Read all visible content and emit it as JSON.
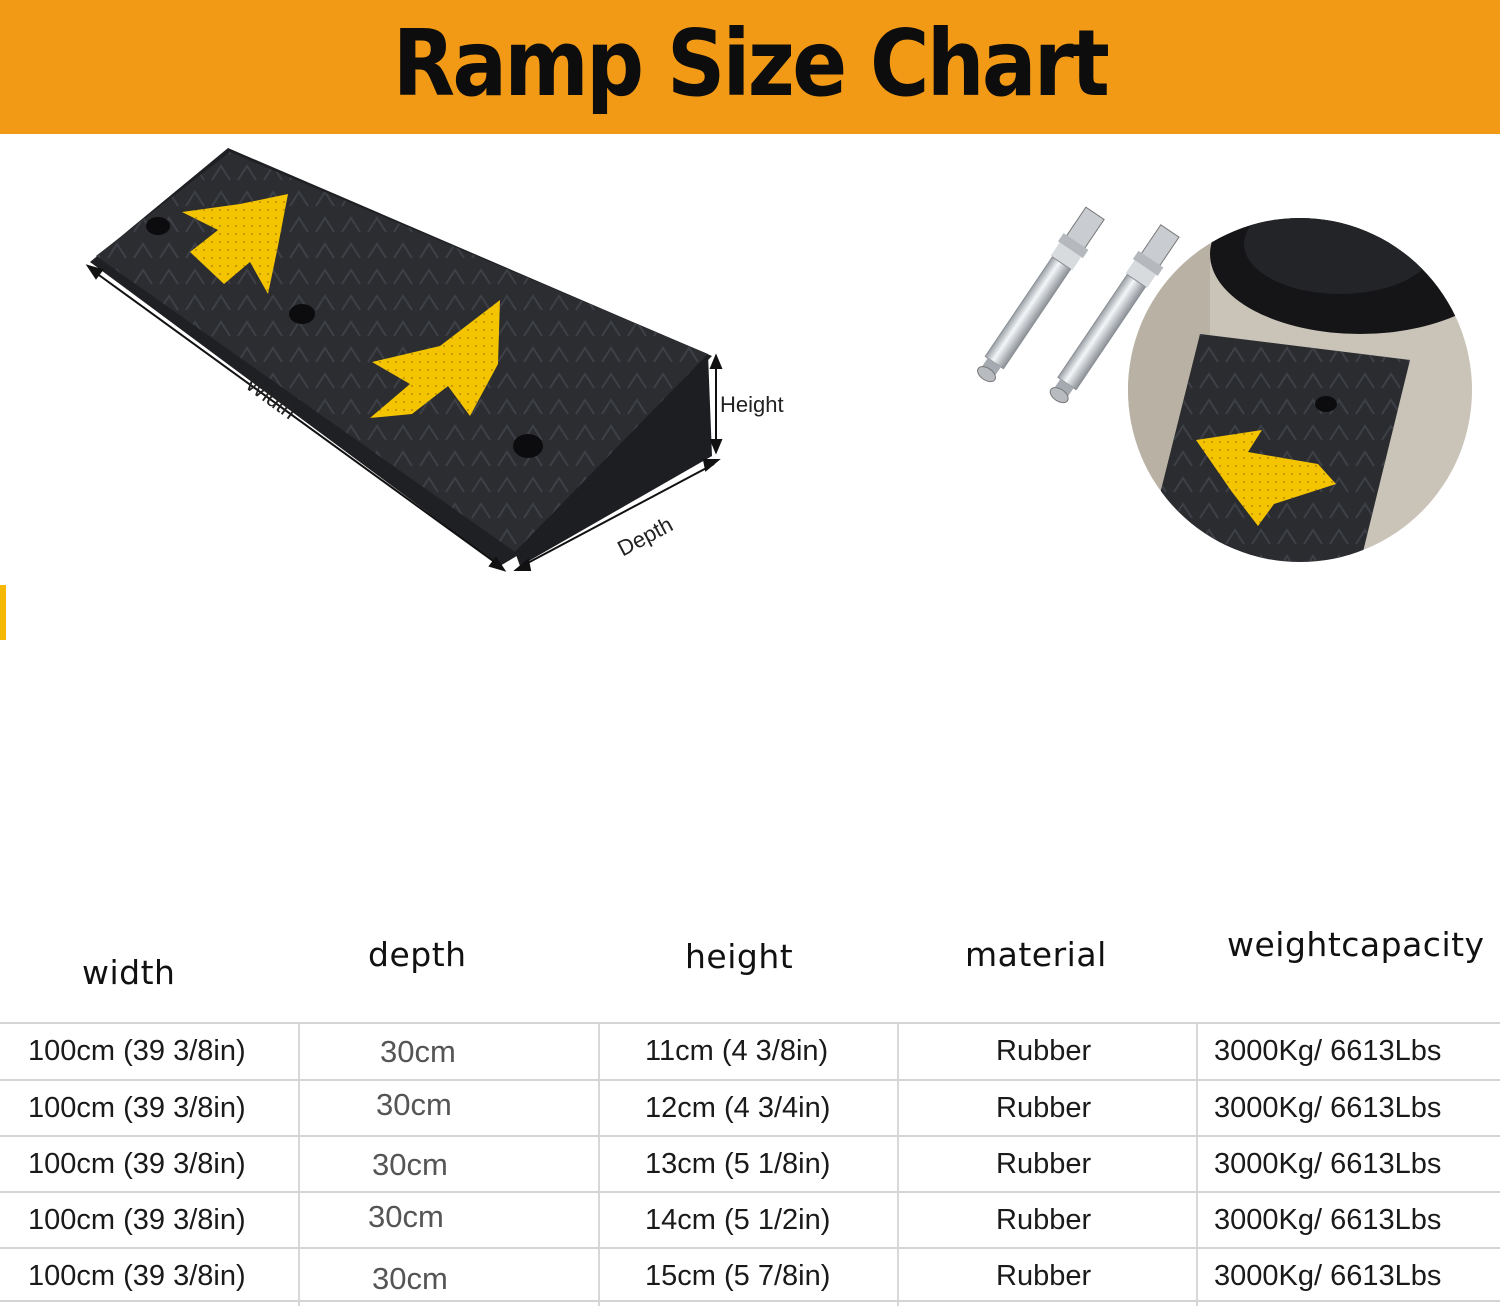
{
  "header": {
    "title": "Ramp Size Chart"
  },
  "diagram": {
    "width_label": "Width",
    "height_label": "Height",
    "depth_label": "Depth"
  },
  "colors": {
    "header_bg": "#f29a16",
    "arrow": "#f5c400",
    "ramp": "#2b2d31"
  },
  "table": {
    "headers": [
      "width",
      "depth",
      "height",
      "material",
      "weightcapacity"
    ],
    "rows": [
      [
        "100cm (39 3/8in)",
        "30cm",
        "11cm (4 3/8in)",
        "Rubber",
        "3000Kg/ 6613Lbs"
      ],
      [
        "100cm (39 3/8in)",
        "30cm",
        "12cm (4 3/4in)",
        "Rubber",
        "3000Kg/ 6613Lbs"
      ],
      [
        "100cm (39 3/8in)",
        "30cm",
        "13cm (5 1/8in)",
        "Rubber",
        "3000Kg/ 6613Lbs"
      ],
      [
        "100cm (39 3/8in)",
        "30cm",
        "14cm (5 1/2in)",
        "Rubber",
        "3000Kg/ 6613Lbs"
      ],
      [
        "100cm (39 3/8in)",
        "30cm",
        "15cm (5 7/8in)",
        "Rubber",
        "3000Kg/ 6613Lbs"
      ]
    ]
  }
}
